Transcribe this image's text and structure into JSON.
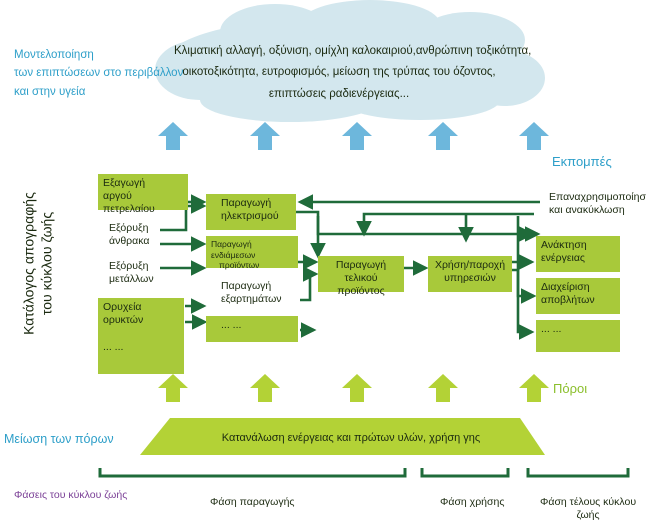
{
  "cloud_text": {
    "line1": "Κλιματική αλλαγή, οξύνιση, ομίχλη καλοκαιριού,ανθρώπινη τοξικότητα,",
    "line2": "οικοτοξικότητα, ευτροφισμός, μείωση της τρύπας του όζοντος,",
    "line3": "επιπτώσεις ραδιενέργειας..."
  },
  "left_title": {
    "line1": "Μοντελοποίηση",
    "line2": "των επιπτώσεων στο περιβάλλον",
    "line3": "και στην υγεία"
  },
  "emissions_label": "Εκπομπές",
  "resources_label": "Πόροι",
  "inventory_label": {
    "line1": "Κατάλογος απογραφής",
    "line2": "του κύκλου ζωής"
  },
  "extraction_boxes": {
    "crude_oil": [
      "Εξαγωγή",
      "αργού πετρελαίου"
    ],
    "coal": [
      "Εξόρυξη",
      "άνθρακα"
    ],
    "metals": [
      "Εξόρυξη",
      "μετάλλων"
    ],
    "mineral_mines": [
      "Ορυχεία",
      "ορυκτών"
    ],
    "more": "... ..."
  },
  "production_boxes": {
    "electricity": [
      "Παραγωγή",
      "ηλεκτρισμού"
    ],
    "intermediates": [
      "Παραγωγή ενδιάμεσων",
      "προϊόντων"
    ],
    "components": [
      "Παραγωγή",
      "εξαρτημάτων"
    ],
    "more": "... ..."
  },
  "final_product": [
    "Παραγωγή",
    "τελικού προϊόντος"
  ],
  "use": [
    "Χρήση/παροχή",
    "υπηρεσιών"
  ],
  "end_of_life": {
    "reuse": [
      "Επαναχρησιμοποίηση",
      "και ανακύκλωση"
    ],
    "energy_recovery": [
      "Ανάκτηση",
      "ενέργειας"
    ],
    "waste": [
      "Διαχείριση",
      "αποβλήτων"
    ],
    "more": "... ..."
  },
  "consumption_bar": "Κατανάλωση ενέργειας και πρώτων υλών, χρήση γης",
  "resource_depletion": "Μείωση των πόρων",
  "phases": {
    "title": "Φάσεις του κύκλου ζωής",
    "production": "Φάση παραγωγής",
    "use": "Φάση χρήσης",
    "end_of_life": [
      "Φάση τέλους κύκλου",
      "ζωής"
    ]
  },
  "colors": {
    "cloud": "#d3e7ee",
    "teal_text": "#2e9fc9",
    "blue_arrow": "#6db7dc",
    "green_box": "#a8c93a",
    "flow_arrow": "#1f6b3a",
    "resource_arrow": "#b3d236",
    "purple_text": "#7a3f96"
  }
}
